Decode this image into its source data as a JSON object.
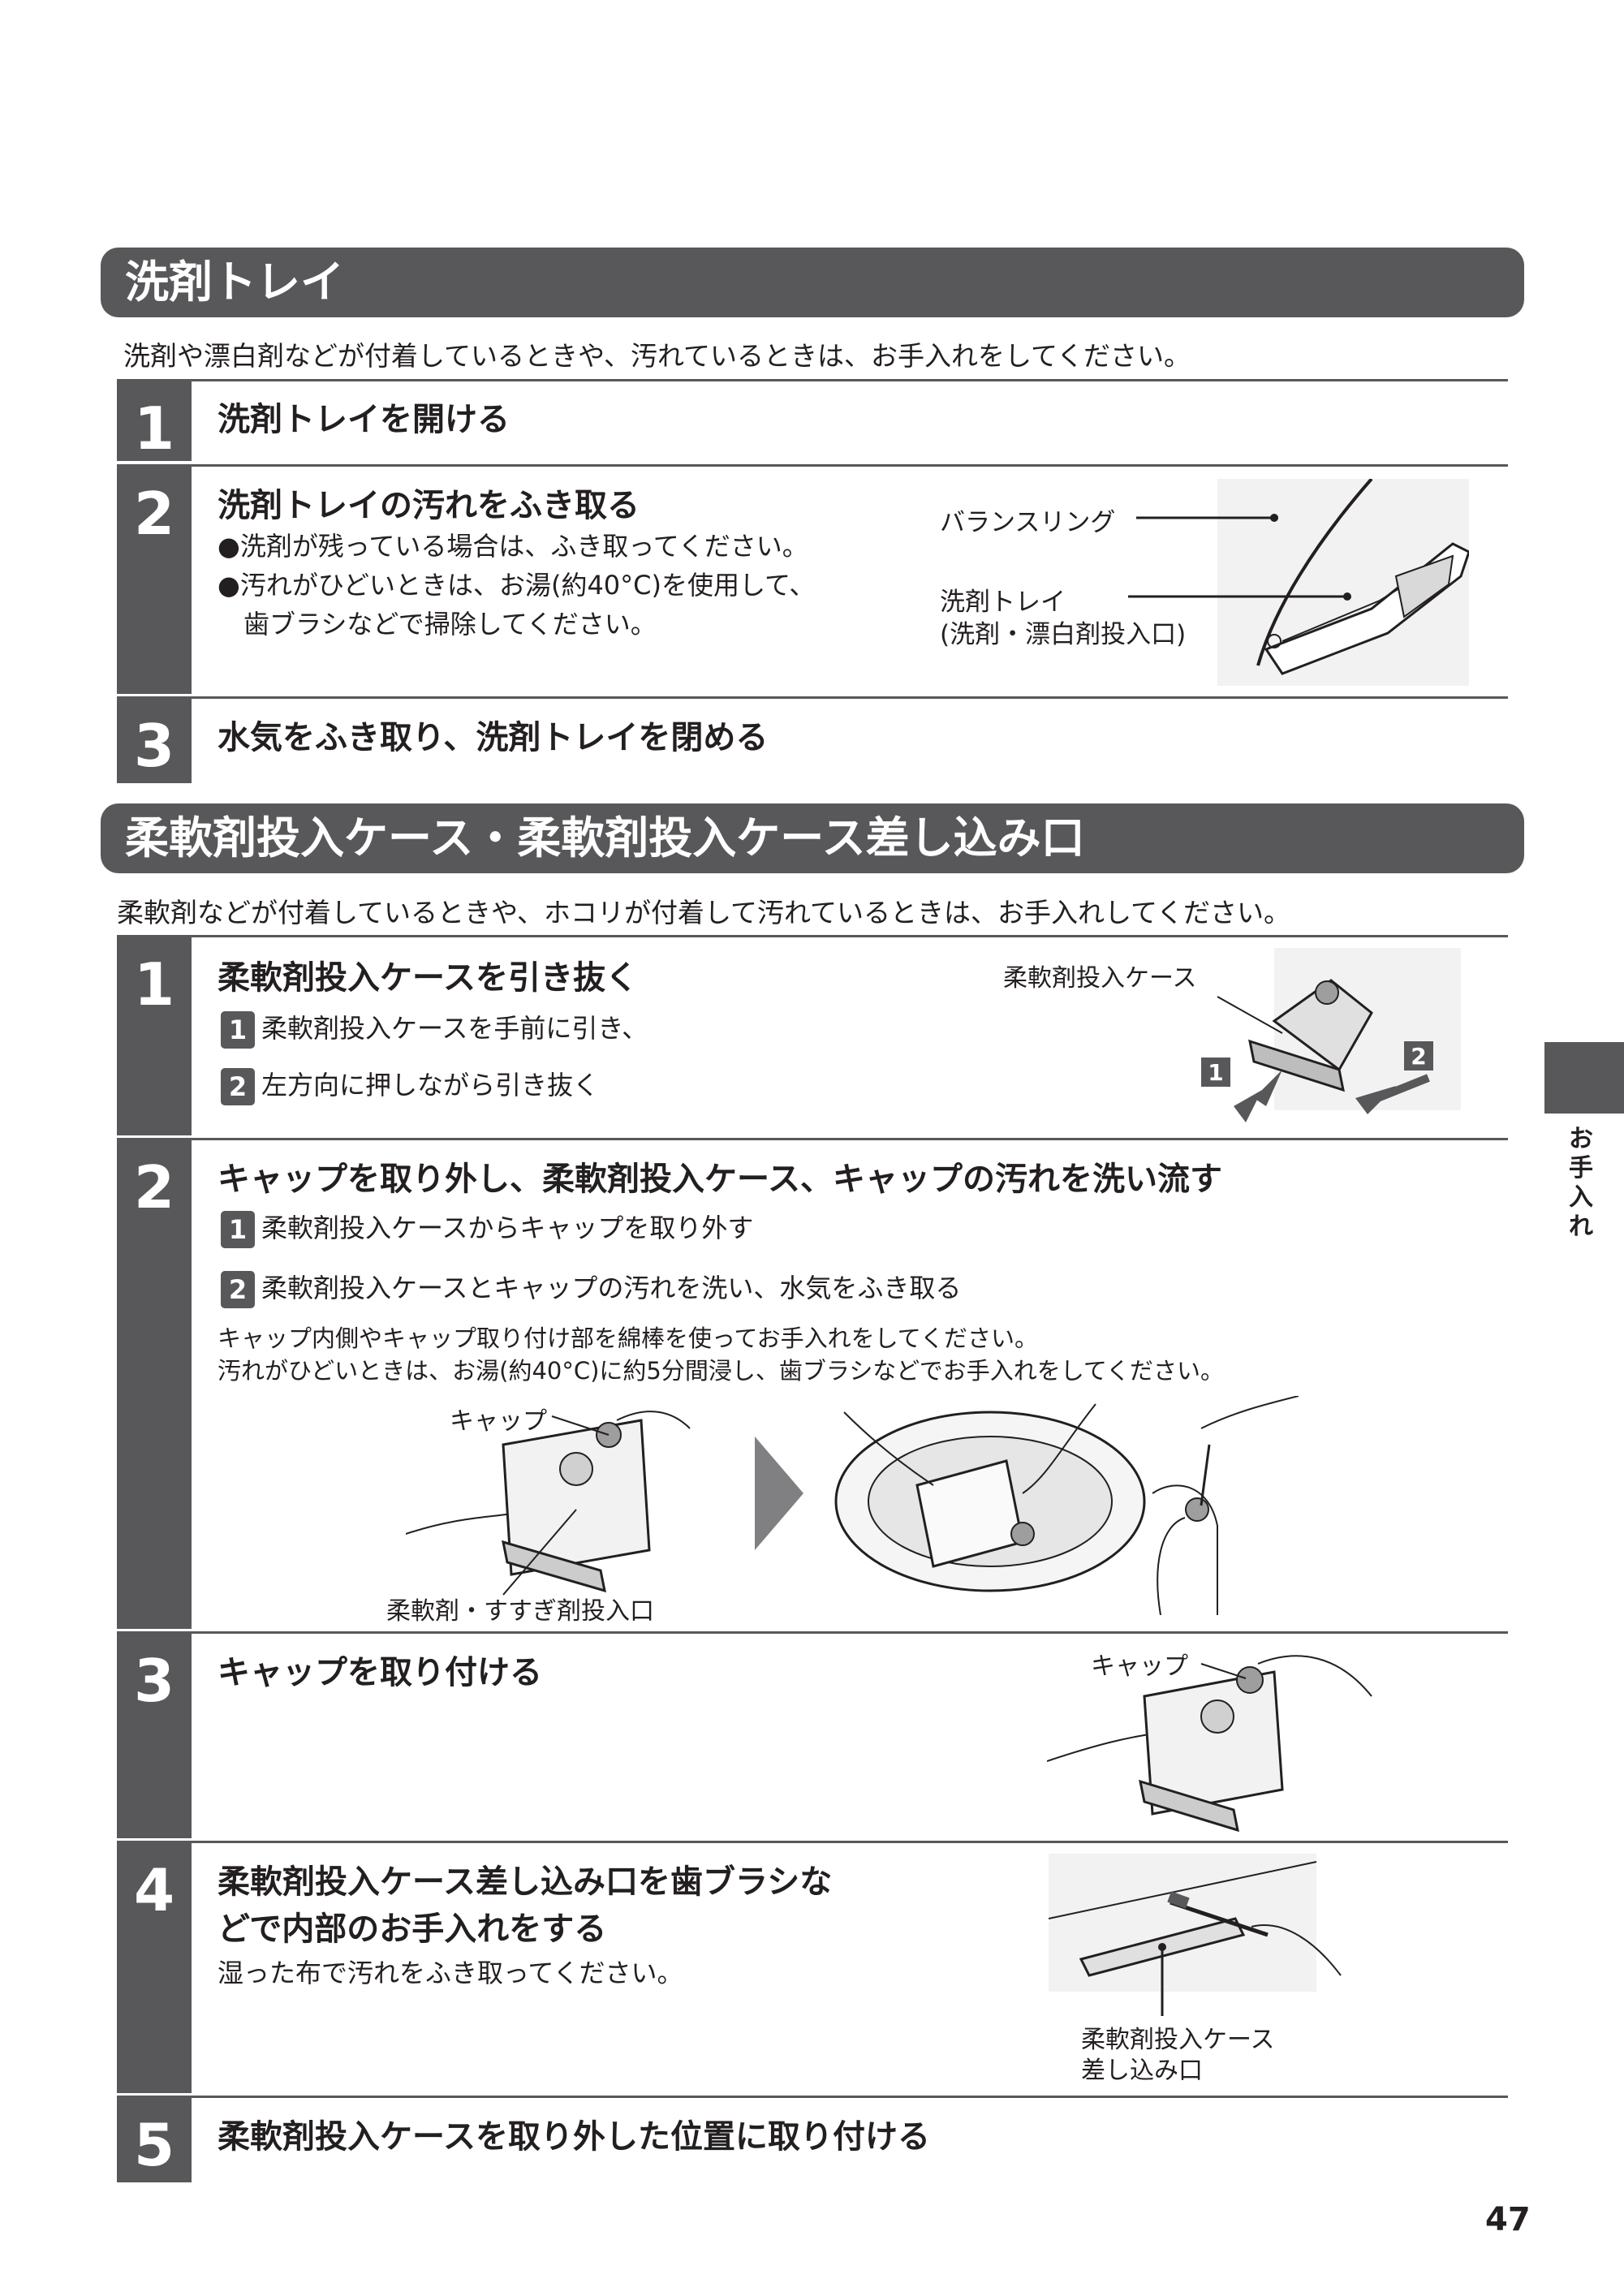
{
  "section1": {
    "title": "洗剤トレイ",
    "intro": "洗剤や漂白剤などが付着しているときや、汚れているときは、お手入れをしてください。",
    "steps": [
      {
        "num": "1",
        "title": "洗剤トレイを開ける"
      },
      {
        "num": "2",
        "title": "洗剤トレイの汚れをふき取る",
        "bullets": [
          "●洗剤が残っている場合は、ふき取ってください。",
          "●汚れがひどいときは、お湯(約40°C)を使用して、",
          "歯ブラシなどで掃除してください。"
        ],
        "labels": {
          "balance_ring": "バランスリング",
          "tray_line1": "洗剤トレイ",
          "tray_line2": "(洗剤・漂白剤投入口)"
        }
      },
      {
        "num": "3",
        "title": "水気をふき取り、洗剤トレイを閉める"
      }
    ]
  },
  "section2": {
    "title": "柔軟剤投入ケース・柔軟剤投入ケース差し込み口",
    "intro": "柔軟剤などが付着しているときや、ホコリが付着して汚れているときは、お手入れしてください。",
    "steps": [
      {
        "num": "1",
        "title": "柔軟剤投入ケースを引き抜く",
        "substeps": [
          {
            "num": "1",
            "text": "柔軟剤投入ケースを手前に引き、"
          },
          {
            "num": "2",
            "text": "左方向に押しながら引き抜く"
          }
        ],
        "labels": {
          "case": "柔軟剤投入ケース",
          "arrow1": "1",
          "arrow2": "2"
        }
      },
      {
        "num": "2",
        "title": "キャップを取り外し、柔軟剤投入ケース、キャップの汚れを洗い流す",
        "substeps": [
          {
            "num": "1",
            "text": "柔軟剤投入ケースからキャップを取り外す"
          },
          {
            "num": "2",
            "text": "柔軟剤投入ケースとキャップの汚れを洗い、水気をふき取る"
          }
        ],
        "notes": [
          "キャップ内側やキャップ取り付け部を綿棒を使ってお手入れをしてください。",
          "汚れがひどいときは、お湯(約40°C)に約5分間浸し、歯ブラシなどでお手入れをしてください。"
        ],
        "labels": {
          "cap": "キャップ",
          "inlet": "柔軟剤・すすぎ剤投入口"
        }
      },
      {
        "num": "3",
        "title": "キャップを取り付ける",
        "labels": {
          "cap": "キャップ"
        }
      },
      {
        "num": "4",
        "title_line1": "柔軟剤投入ケース差し込み口を歯ブラシな",
        "title_line2": "どで内部のお手入れをする",
        "note": "湿った布で汚れをふき取ってください。",
        "labels": {
          "slot_line1": "柔軟剤投入ケース",
          "slot_line2": "差し込み口"
        }
      },
      {
        "num": "5",
        "title": "柔軟剤投入ケースを取り外した位置に取り付ける"
      }
    ]
  },
  "side_tab": {
    "label": "お手入れ"
  },
  "page_number": "47"
}
